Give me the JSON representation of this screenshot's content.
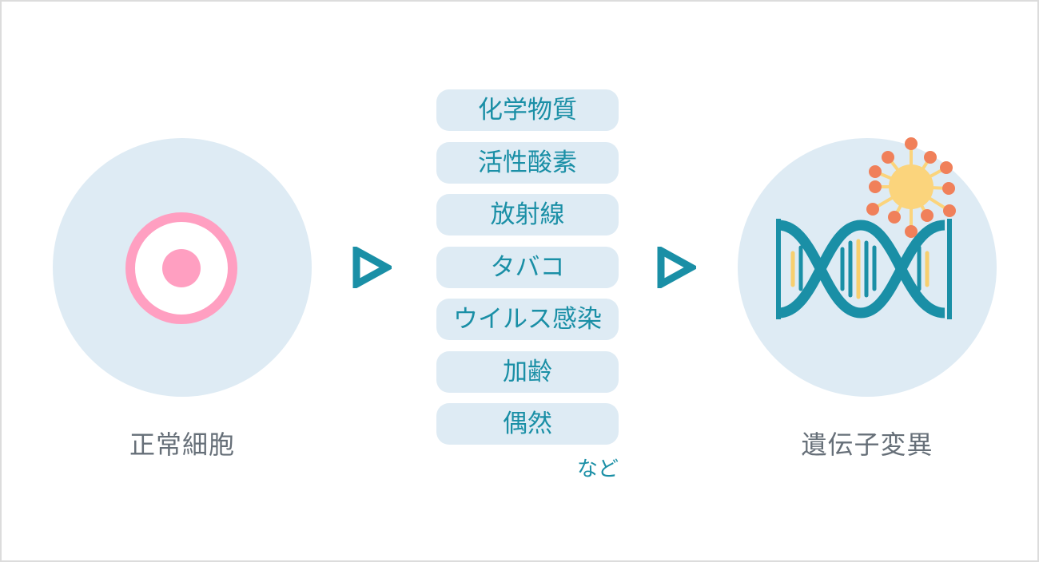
{
  "left_label": "正常細胞",
  "right_label": "遺伝子変異",
  "causes": [
    "化学物質",
    "活性酸素",
    "放射線",
    "タバコ",
    "ウイルス感染",
    "加齢",
    "偶然"
  ],
  "causes_suffix": "など",
  "icons": {
    "normal_cell": "cell-icon",
    "arrow": "play-arrow-icon",
    "dna": "dna-helix-icon",
    "virus": "virus-icon"
  },
  "colors": {
    "circle_bg": "#deebf4",
    "cell_pink": "#ff9fc1",
    "accent_teal": "#1a8fa6",
    "dna_yellow": "#f7cf6e",
    "virus_sun": "#fbd47c",
    "virus_dot": "#f0805a",
    "label_gray": "#666f78"
  }
}
